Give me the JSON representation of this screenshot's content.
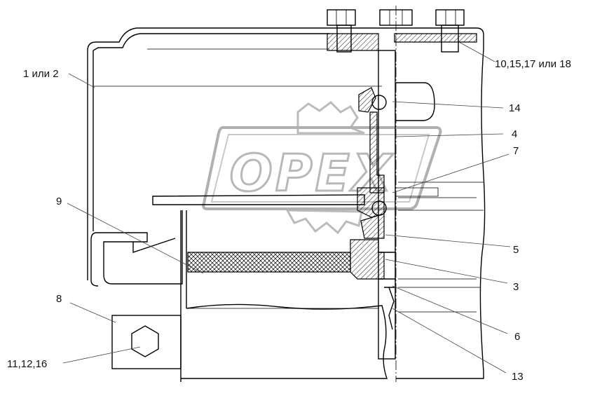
{
  "callouts": {
    "c1": "1 или 2",
    "c10": "10,15,17 или 18",
    "c14": "14",
    "c4": "4",
    "c7": "7",
    "c9": "9",
    "c5": "5",
    "c3": "3",
    "c8": "8",
    "c6": "6",
    "c11": "11,12,16",
    "c13": "13"
  },
  "watermark": {
    "text": "OPEX",
    "color": "#bfbfbf"
  }
}
